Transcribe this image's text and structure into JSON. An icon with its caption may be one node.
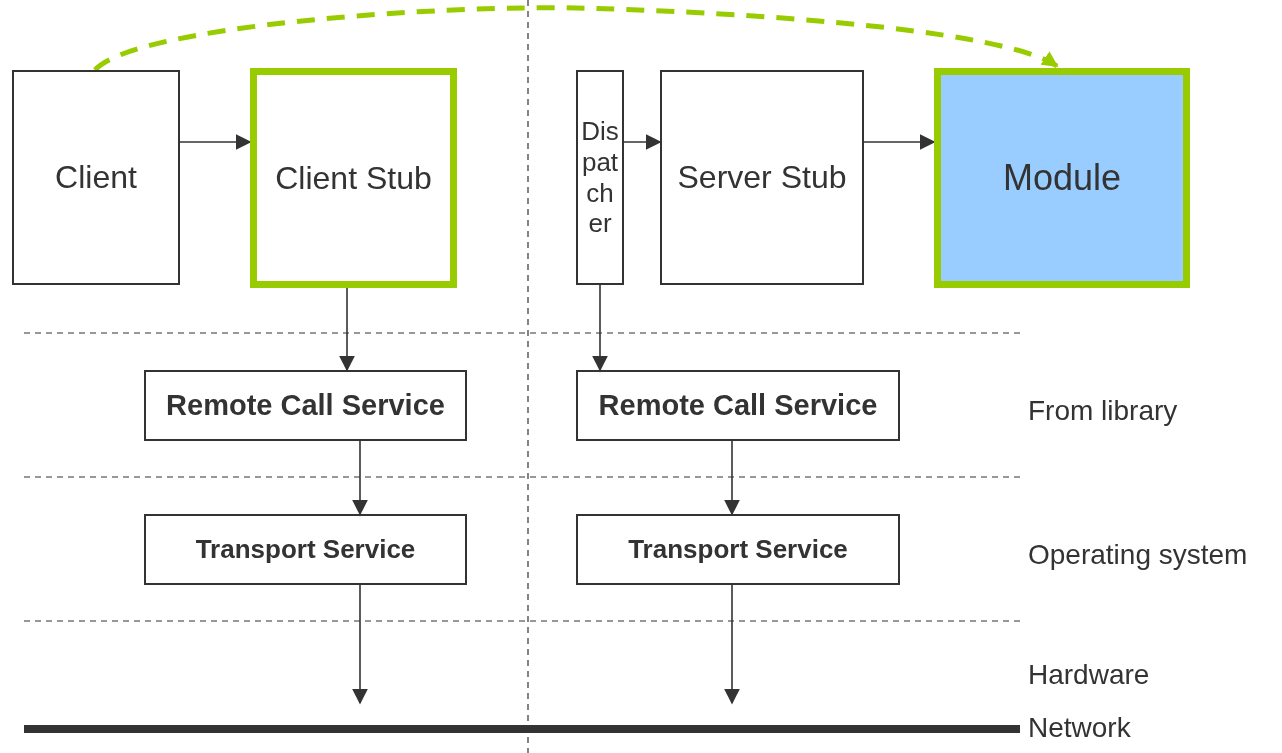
{
  "diagram": {
    "nodes": [
      {
        "text": [
          "Client"
        ]
      },
      {
        "text": [
          "Client Stub"
        ]
      },
      {
        "text": [
          "Dispatcher"
        ]
      },
      {
        "text": [
          "Server Stub"
        ]
      },
      {
        "text": [
          "Module"
        ]
      },
      {
        "text": [
          "Remote Call Service"
        ]
      },
      {
        "text": [
          "Remote Call Service"
        ]
      },
      {
        "text": [
          "Transport Service"
        ]
      },
      {
        "text": [
          "Transport Service"
        ]
      },
      {
        "text": [],
        "shape": "bar",
        "beside": [
          "Network"
        ]
      }
    ],
    "edges": [
      {
        "from": 0,
        "to": 1,
        "arrow": "to"
      },
      {
        "from": 2,
        "to": 3,
        "arrow": "to"
      },
      {
        "from": 3,
        "to": 4,
        "arrow": "to"
      },
      {
        "from": 1,
        "to": 5,
        "arrow": "to"
      },
      {
        "from": 2,
        "to": 6,
        "arrow": "to"
      },
      {
        "from": 5,
        "to": 7,
        "arrow": "to"
      },
      {
        "from": 6,
        "to": 8,
        "arrow": "to"
      },
      {
        "from": 7,
        "to": 9,
        "arrow": "to"
      },
      {
        "from": 8,
        "to": 9,
        "arrow": "to"
      },
      {
        "from": 0,
        "to": 4,
        "arrow": "to",
        "style": "dashed",
        "color": "#99cc00"
      }
    ],
    "labels": [
      "From library",
      "Operating system",
      "Hardware"
    ]
  }
}
